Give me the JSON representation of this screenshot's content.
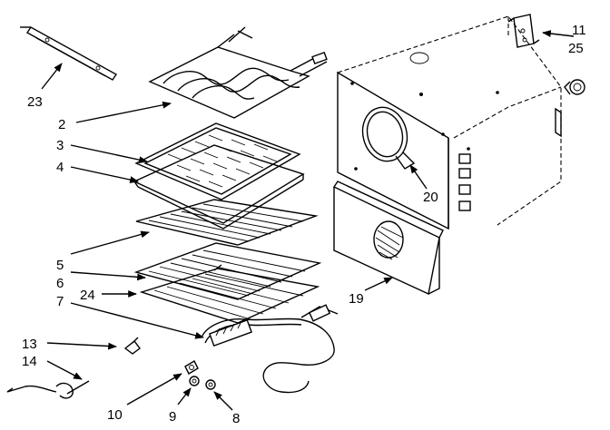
{
  "callouts": {
    "c2": "2",
    "c3": "3",
    "c4": "4",
    "c5": "5",
    "c6": "6",
    "c7": "7",
    "c8": "8",
    "c9": "9",
    "c10": "10",
    "c11": "11",
    "c13": "13",
    "c14": "14",
    "c19": "19",
    "c20": "20",
    "c23": "23",
    "c24": "24",
    "c25": "25"
  }
}
